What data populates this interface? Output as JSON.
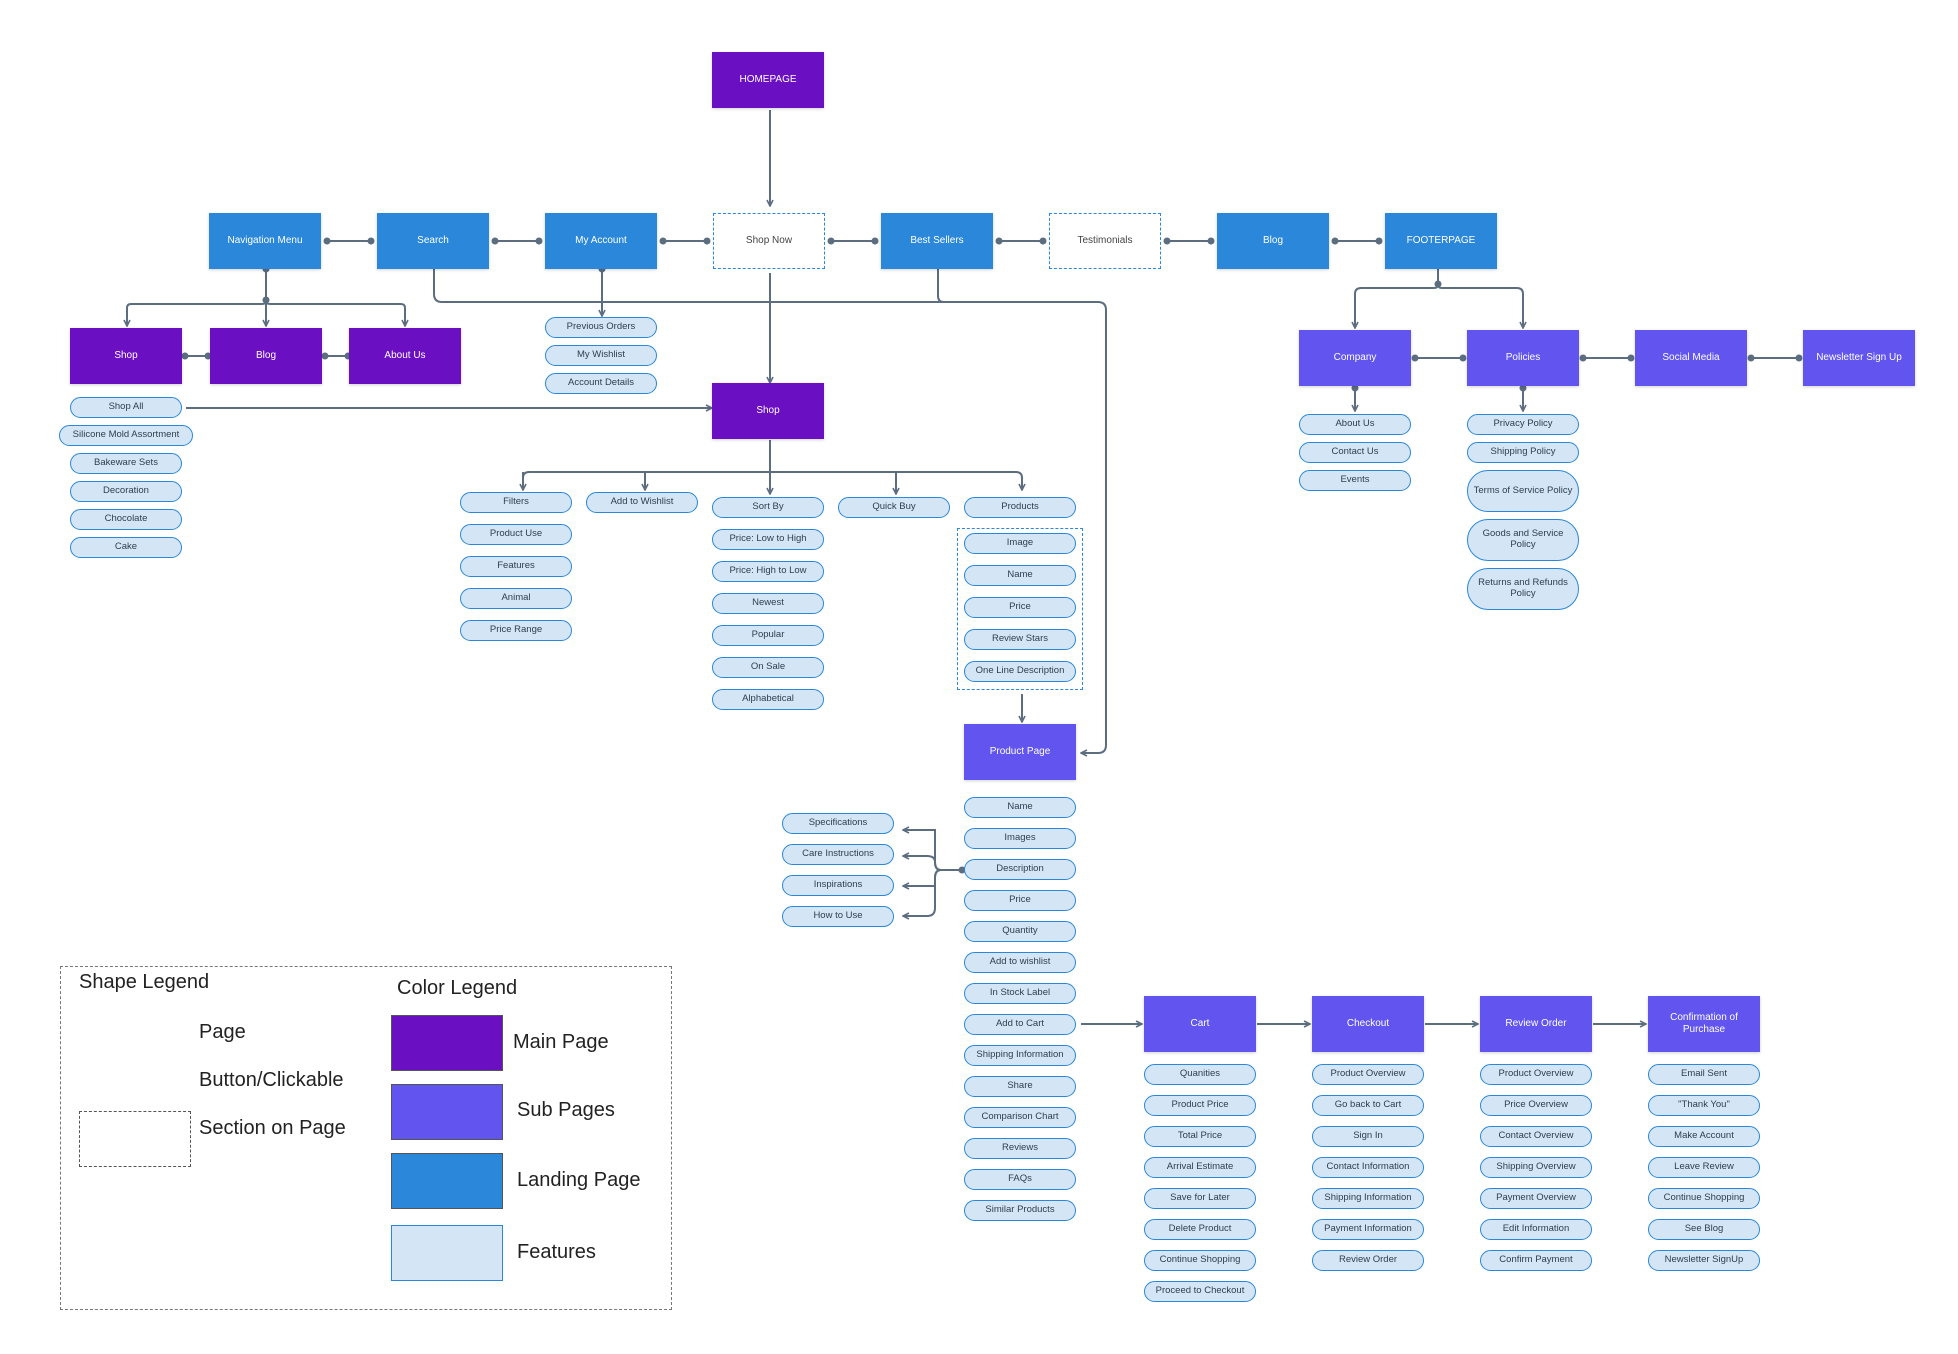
{
  "nodes": {
    "homepage": "HOMEPAGE",
    "top_nav": [
      "Navigation Menu",
      "Search",
      "My Account",
      "Shop Now",
      "Best Sellers",
      "Testimonials",
      "Blog",
      "FOOTERPAGE"
    ],
    "nav_menu_children": [
      "Shop",
      "Blog",
      "About Us"
    ],
    "shop_categories": [
      "Shop All",
      "Silicone Mold Assortment",
      "Bakeware Sets",
      "Decoration",
      "Chocolate",
      "Cake"
    ],
    "account_items": [
      "Previous Orders",
      "My Wishlist",
      "Account Details"
    ],
    "shop_page": "Shop",
    "filters": [
      "Filters",
      "Product Use",
      "Features",
      "Animal",
      "Price Range"
    ],
    "add_to_wishlist": "Add to Wishlist",
    "sort": [
      "Sort By",
      "Price: Low to High",
      "Price: High to Low",
      "Newest",
      "Popular",
      "On Sale",
      "Alphabetical"
    ],
    "quick_buy": "Quick Buy",
    "products": [
      "Products",
      "Image",
      "Name",
      "Price",
      "Review Stars",
      "One Line Description"
    ],
    "product_page": "Product Page",
    "product_features": [
      "Name",
      "Images",
      "Description",
      "Price",
      "Quantity",
      "Add to wishlist",
      "In Stock Label",
      "Add to Cart",
      "Shipping Information",
      "Share",
      "Comparison Chart",
      "Reviews",
      "FAQs",
      "Similar Products"
    ],
    "description_details": [
      "Specifications",
      "Care Instructions",
      "Inspirations",
      "How to Use"
    ],
    "footer_pages": [
      "Company",
      "Policies",
      "Social Media",
      "Newsletter Sign Up"
    ],
    "company_items": [
      "About Us",
      "Contact Us",
      "Events"
    ],
    "policy_items": [
      "Privacy Policy",
      "Shipping Policy",
      "Terms of Service Policy",
      "Goods and Service Policy",
      "Returns and Refunds Policy"
    ],
    "checkout_flow": [
      "Cart",
      "Checkout",
      "Review Order",
      "Confirmation of Purchase"
    ],
    "cart_items": [
      "Quanities",
      "Product Price",
      "Total Price",
      "Arrival Estimate",
      "Save for Later",
      "Delete Product",
      "Continue Shopping",
      "Proceed to Checkout"
    ],
    "checkout_items": [
      "Product Overview",
      "Go back to Cart",
      "Sign In",
      "Contact Information",
      "Shipping Information",
      "Payment Information",
      "Review Order"
    ],
    "review_items": [
      "Product Overview",
      "Price Overview",
      "Contact Overview",
      "Shipping Overview",
      "Payment Overview",
      "Edit Information",
      "Confirm Payment"
    ],
    "confirmation_items": [
      "Email Sent",
      "\"Thank You\"",
      "Make Account",
      "Leave Review",
      "Continue Shopping",
      "See Blog",
      "Newsletter SignUp"
    ]
  },
  "legend": {
    "shape_title": "Shape Legend",
    "shapes": [
      "Page",
      "Button/Clickable",
      "Section on Page"
    ],
    "color_title": "Color Legend",
    "colors": [
      {
        "label": "Main Page",
        "color": "#6a0fc2"
      },
      {
        "label": "Sub Pages",
        "color": "#6255ef"
      },
      {
        "label": "Landing Page",
        "color": "#2a87d9"
      },
      {
        "label": "Features",
        "color": "#d4e6f5"
      }
    ]
  },
  "colors": {
    "main_page": "#6a0fc2",
    "sub_page": "#6255ef",
    "landing_page": "#2a87d9",
    "feature": "#d4e6f5",
    "connector": "#5d6d80"
  }
}
